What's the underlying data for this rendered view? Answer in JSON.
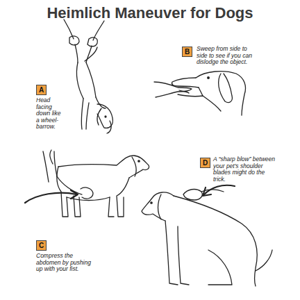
{
  "diagram": {
    "title": "Heimlich Maneuver for Dogs",
    "nodes": [
      {
        "text": [
          "A"
        ]
      },
      {
        "text": [
          "B"
        ]
      },
      {
        "text": [
          "C"
        ]
      },
      {
        "text": [
          "D"
        ]
      }
    ],
    "labels": [
      "Head facing down like a wheel-barrow.",
      "Sweep from side to side to see if you can dislodge the object.",
      "Compress the abdomen by pushing up with your fist.",
      "A “sharp blow” between your pet's shoulder blades might do the trick."
    ]
  }
}
